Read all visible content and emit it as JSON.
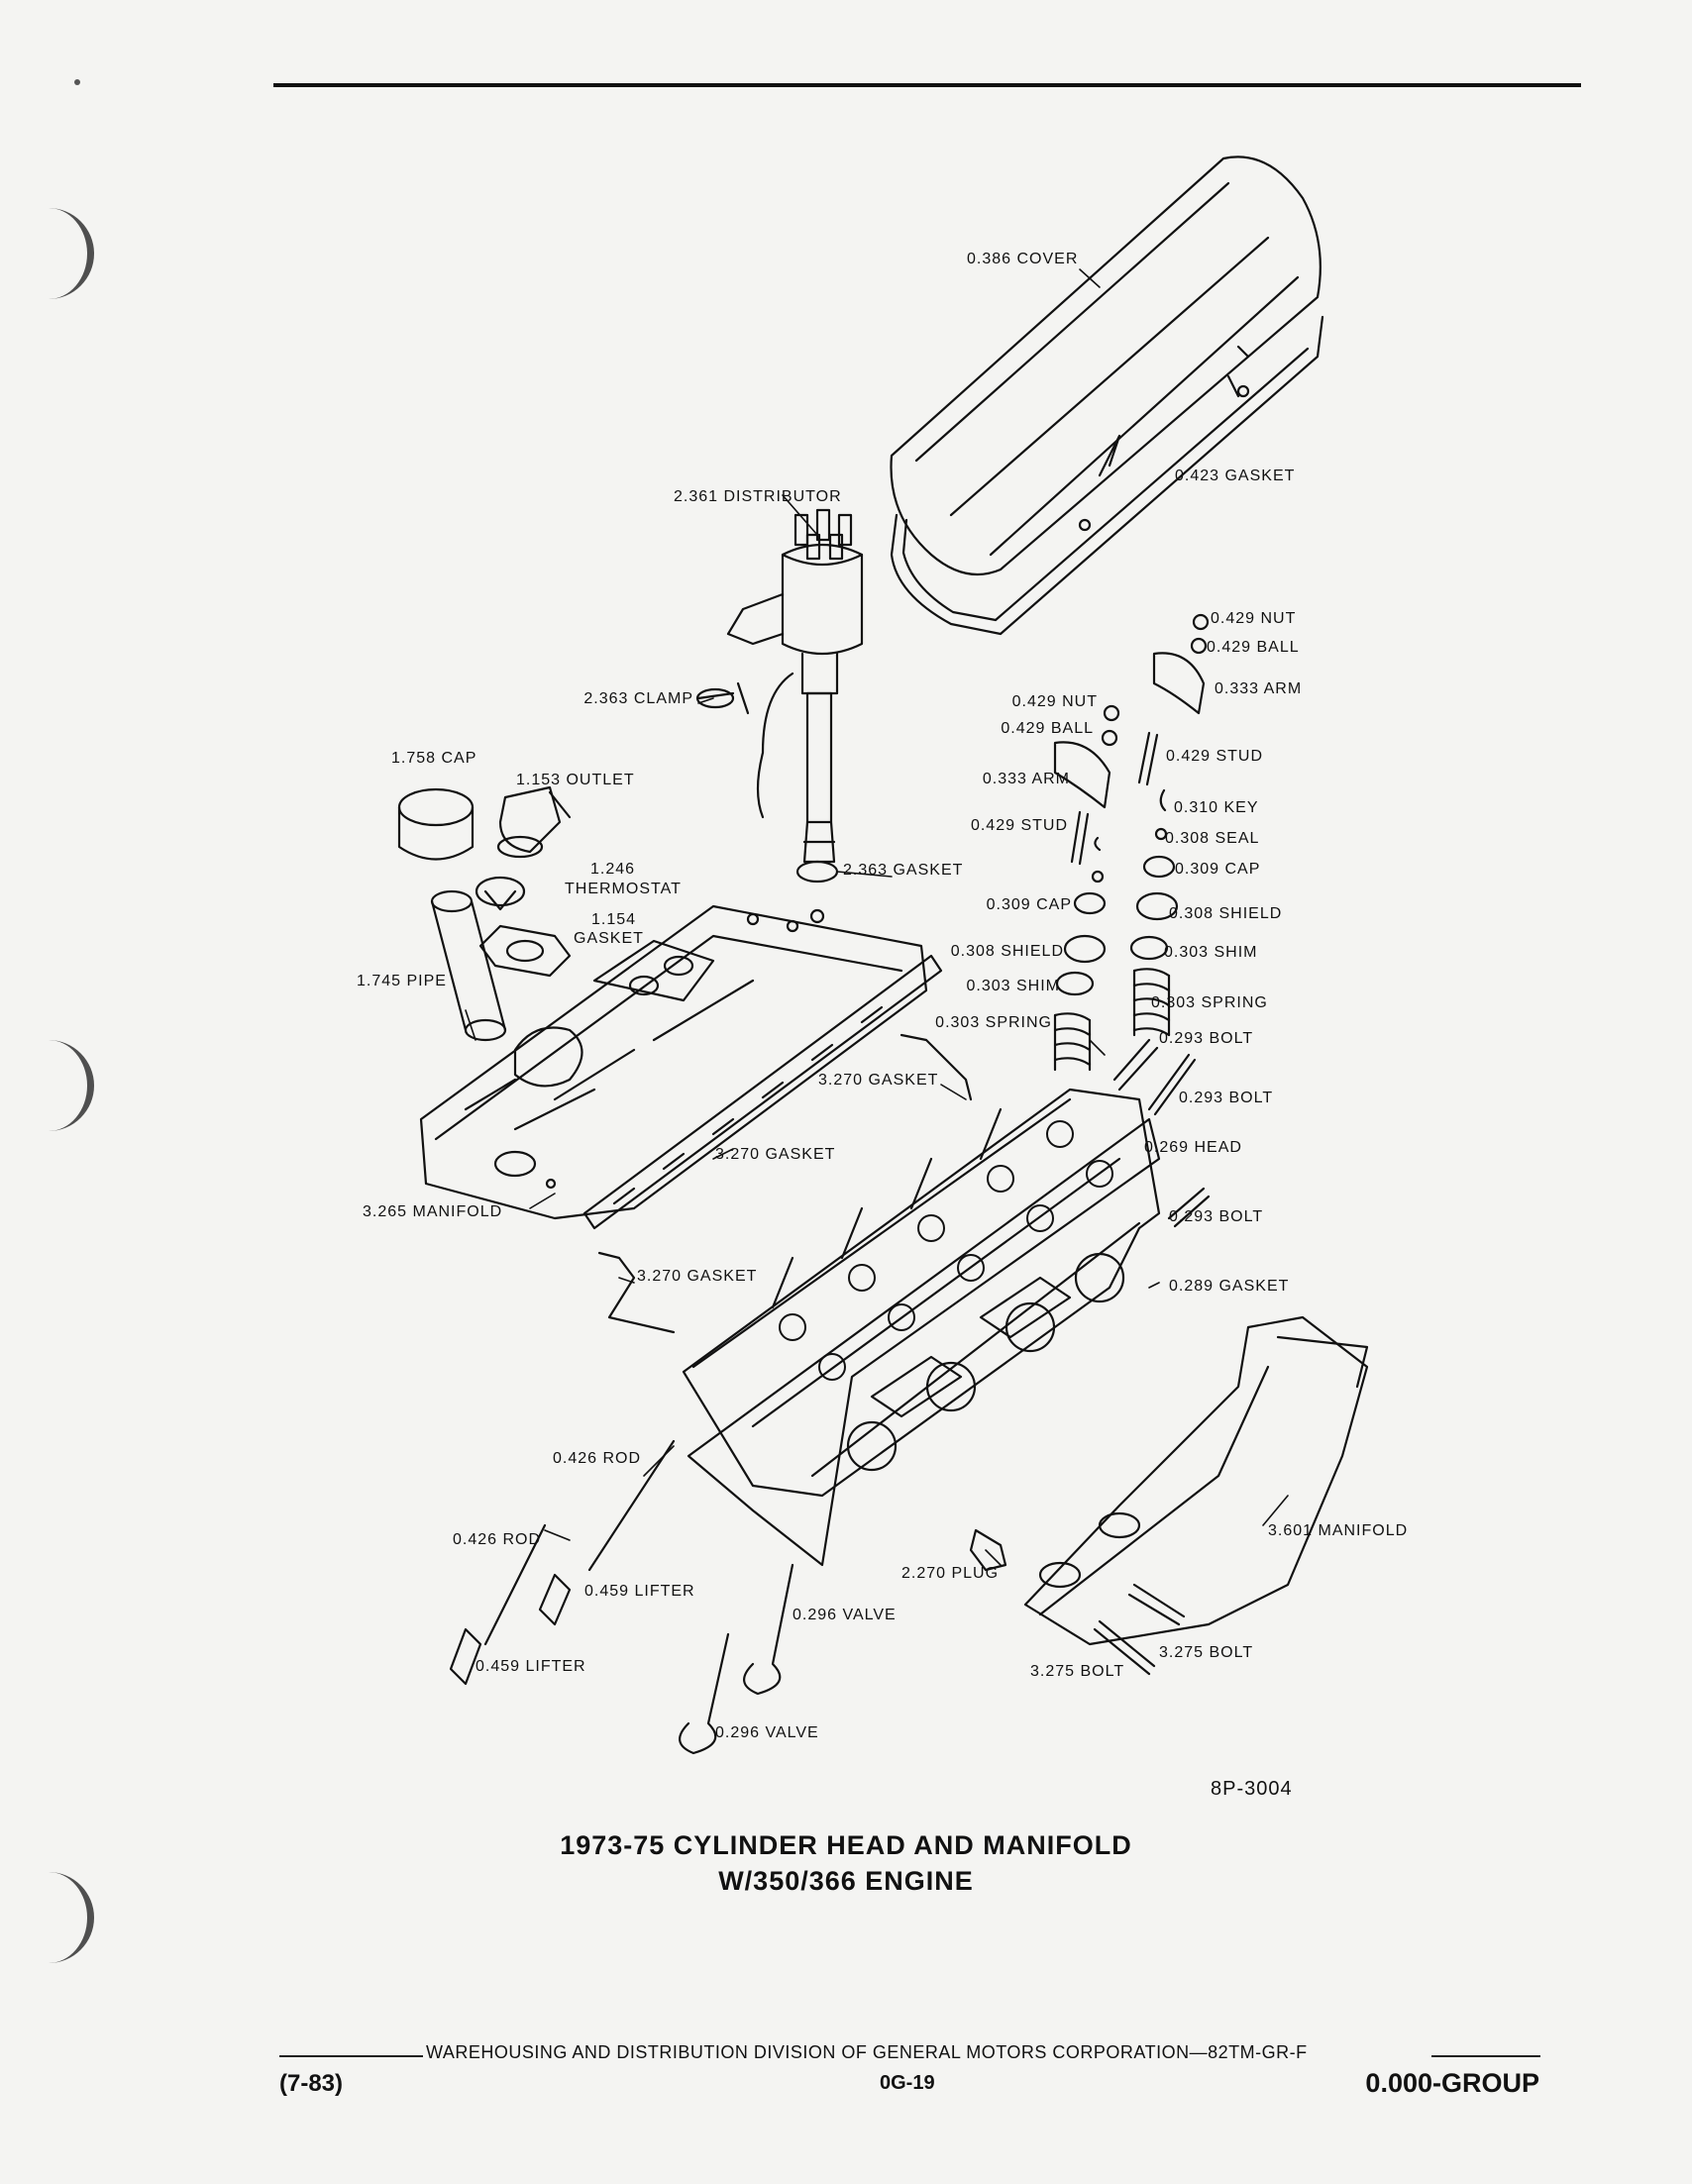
{
  "figure_id": "8P-3004",
  "caption": {
    "line1": "1973-75 CYLINDER HEAD AND MANIFOLD",
    "line2": "W/350/366 ENGINE"
  },
  "footer": {
    "division": "WAREHOUSING AND DISTRIBUTION  DIVISION OF GENERAL MOTORS CORPORATION—82TM-GR-F",
    "date_code": "(7-83)",
    "page_number": "0G-19",
    "group": "0.000-GROUP"
  },
  "parts": {
    "cover": "0.386 COVER",
    "gasket_0423": "0.423 GASKET",
    "distributor": "2.361 DISTRIBUTOR",
    "nut_right": "0.429 NUT",
    "ball_right": "0.429 BALL",
    "arm_right": "0.333 ARM",
    "clamp": "2.363 CLAMP",
    "nut_left": "0.429 NUT",
    "ball_left": "0.429 BALL",
    "stud_right": "0.429 STUD",
    "cap_1758": "1.758 CAP",
    "outlet": "1.153 OUTLET",
    "arm_left": "0.333 ARM",
    "key": "0.310 KEY",
    "stud_left": "0.429 STUD",
    "seal": "0.308 SEAL",
    "gasket_2363": "2.363 GASKET",
    "cap_0309_right": "0.309 CAP",
    "thermostat_num": "1.246",
    "thermostat": "THERMOSTAT",
    "cap_0309_left": "0.309 CAP",
    "shield_right": "0.308 SHIELD",
    "gasket_1154_num": "1.154",
    "gasket_1154": "GASKET",
    "shield_left": "0.308 SHIELD",
    "shim_right": "0.303 SHIM",
    "pipe": "1.745 PIPE",
    "shim_left": "0.303 SHIM",
    "spring_right": "0.303 SPRING",
    "spring_left": "0.303 SPRING",
    "bolt_0293_a": "0.293 BOLT",
    "gasket_3270_a": "3.270 GASKET",
    "bolt_0293_b": "0.293 BOLT",
    "gasket_3270_b": "3.270 GASKET",
    "head": "0.269 HEAD",
    "manifold_3265": "3.265 MANIFOLD",
    "bolt_0293_c": "0.293 BOLT",
    "gasket_3270_c": "3.270 GASKET",
    "gasket_0289": "0.289 GASKET",
    "rod_a": "0.426 ROD",
    "manifold_3601": "3.601 MANIFOLD",
    "rod_b": "0.426 ROD",
    "lifter_a": "0.459 LIFTER",
    "plug": "2.270 PLUG",
    "valve_a": "0.296 VALVE",
    "bolt_3275_a": "3.275 BOLT",
    "bolt_3275_b": "3.275 BOLT",
    "lifter_b": "0.459 LIFTER",
    "valve_b": "0.296 VALVE"
  }
}
